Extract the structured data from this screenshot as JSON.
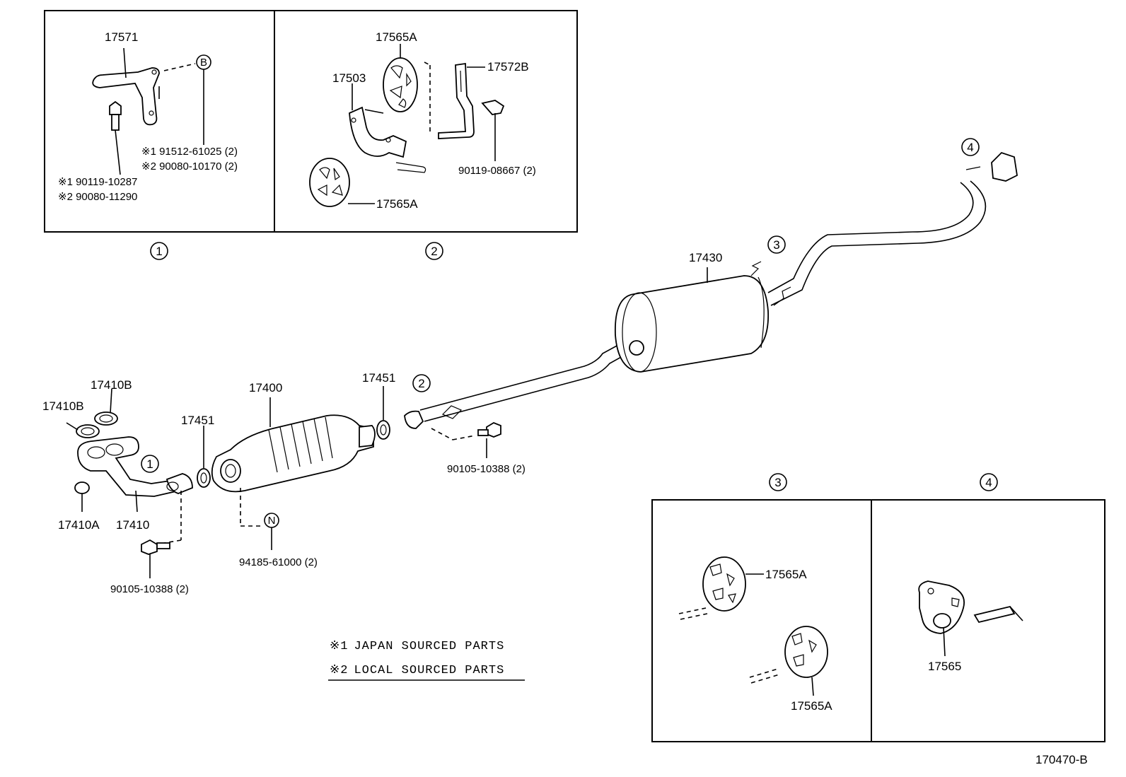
{
  "diagram_code": "170470-B",
  "notes": [
    {
      "mark": "※1",
      "text": "JAPAN SOURCED PARTS"
    },
    {
      "mark": "※2",
      "text": "LOCAL SOURCED PARTS"
    }
  ],
  "detail_boxes": {
    "d1": {
      "circle": "1",
      "p17571": "17571",
      "ref_b": "B",
      "n1a": "※1 91512-61025 (2)",
      "n2a": "※2 90080-10170 (2)",
      "n1b": "※1 90119-10287",
      "n2b": "※2 90080-11290"
    },
    "d2": {
      "circle": "2",
      "p17565a_top": "17565A",
      "p17503": "17503",
      "p17572b": "17572B",
      "p90119": "90119-08667 (2)",
      "p17565a_bot": "17565A"
    },
    "d3": {
      "circle": "3",
      "p17565a_top": "17565A",
      "p17565a_bot": "17565A"
    },
    "d4": {
      "circle": "4",
      "p17565": "17565"
    }
  },
  "main": {
    "p17410b_a": "17410B",
    "p17410b_b": "17410B",
    "p17410a": "17410A",
    "p17410": "17410",
    "circle1": "1",
    "p17451_a": "17451",
    "p90105_a": "90105-10388 (2)",
    "p17400": "17400",
    "ref_n": "N",
    "p94185": "94185-61000 (2)",
    "p17451_b": "17451",
    "circle2": "2",
    "p90105_b": "90105-10388 (2)",
    "p17430": "17430",
    "circle3": "3",
    "circle4": "4"
  }
}
